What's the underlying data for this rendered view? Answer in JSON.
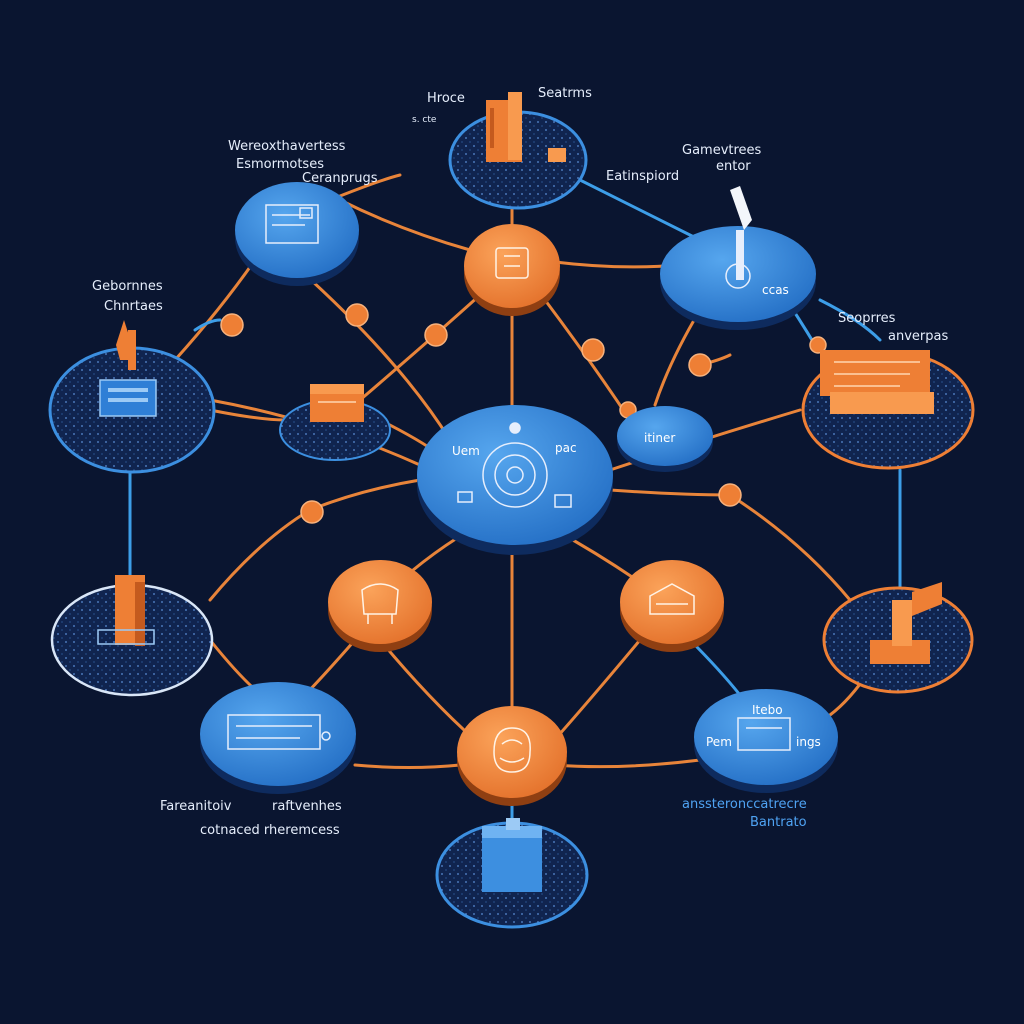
{
  "colors": {
    "background": "#0a1530",
    "node_blue": "#2f7fd6",
    "node_blue_light": "#4d9be8",
    "node_orange": "#ee7f35",
    "node_orange_light": "#f89a4f",
    "link_orange": "#e8843a",
    "link_blue": "#3d9ee8",
    "pad_dark": "#10244f",
    "pad_ring": "#3c8fe0",
    "pad_ring_orange": "#e8843a",
    "label_white": "#e6eefc",
    "label_blue": "#4fa3f3"
  },
  "icons": {
    "center": "target-icon",
    "top": "server-icon",
    "top_left": "document-icon",
    "top_right": "flask-icon",
    "left": "server-icon",
    "right": "stack-icon",
    "bottom_left_pad": "server-icon",
    "bottom_right_pad": "server-icon",
    "bottom": "database-icon",
    "hub_top": "drum-icon",
    "hub_left": "chair-icon",
    "hub_right": "box-icon",
    "hub_bottom": "brain-icon",
    "bottom_left_blue": "document-icon",
    "bottom_right_blue": "document-icon",
    "mid_left_pad": "box-icon"
  },
  "labels": {
    "top_a": "Hroce",
    "top_b": "Seatrms",
    "top_c": "s. cte",
    "top_left_a": "Wereoxthavertess",
    "top_left_b": "Esmormotses",
    "top_left_c": "Ceranprugs",
    "top_right_a": "Gamevtrees",
    "top_right_b": "entor",
    "top_right_c": "Eatinspiord",
    "top_right_node": "ccas",
    "left_a": "Gebornnes",
    "left_b": "Chnrtaes",
    "right_a": "Seoprres",
    "right_b": "anverpas",
    "center_a": "Uem",
    "center_b": "pac",
    "small_node": "itiner",
    "bottom_left_a": "Fareanitoiv",
    "bottom_left_b": "raftvenhes",
    "bottom_left_c": "cotnaced rheremcess",
    "bottom_right_node_a": "Itebo",
    "bottom_right_node_b": "Pem",
    "bottom_right_node_c": "ings",
    "bottom_right_a": "anssteronccatrecre",
    "bottom_right_b": "Bantrato"
  }
}
